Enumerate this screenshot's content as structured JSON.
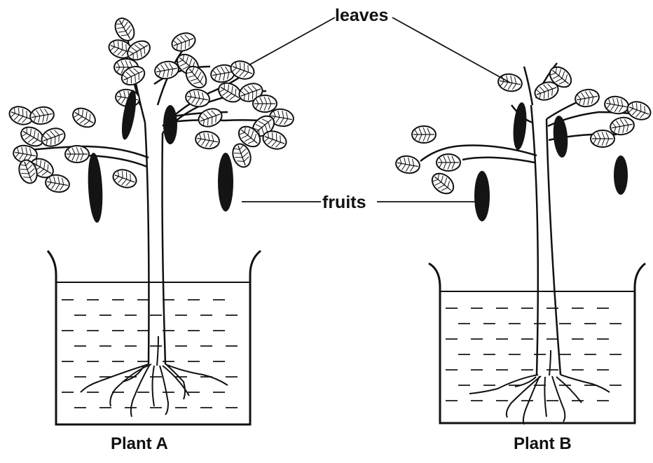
{
  "labels": {
    "leaves": "leaves",
    "fruits": "fruits",
    "plant_a": "Plant A",
    "plant_b": "Plant B"
  },
  "colors": {
    "ink": "#111111",
    "fruit": "#141414",
    "water_dash": "#333333",
    "background": "#ffffff"
  },
  "plants": [
    {
      "name": "Plant A",
      "visible_fruits": 4
    },
    {
      "name": "Plant B",
      "visible_fruits": 4
    }
  ]
}
